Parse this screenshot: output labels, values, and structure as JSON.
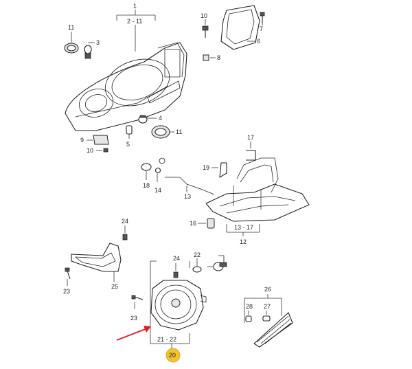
{
  "labels": {
    "l1": "1",
    "l2_11": "2 - 11",
    "l3": "3",
    "l4": "4",
    "l5": "5",
    "l6": "6",
    "l7": "7",
    "l8": "8",
    "l9": "9",
    "l10": "10",
    "l11a": "11",
    "l11b": "11",
    "l12": "12",
    "l13": "13",
    "l13_17": "13 - 17",
    "l14": "14",
    "l16": "16",
    "l17": "17",
    "l18": "18",
    "l19": "19",
    "l20": "20",
    "l21_22": "21 - 22",
    "l22": "22",
    "l23a": "23",
    "l23b": "23",
    "l24a": "24",
    "l24b": "24",
    "l25": "25",
    "l26": "26",
    "l27": "27",
    "l28": "28"
  },
  "highlight_color": "#f2c230",
  "arrow_color": "#e02020"
}
